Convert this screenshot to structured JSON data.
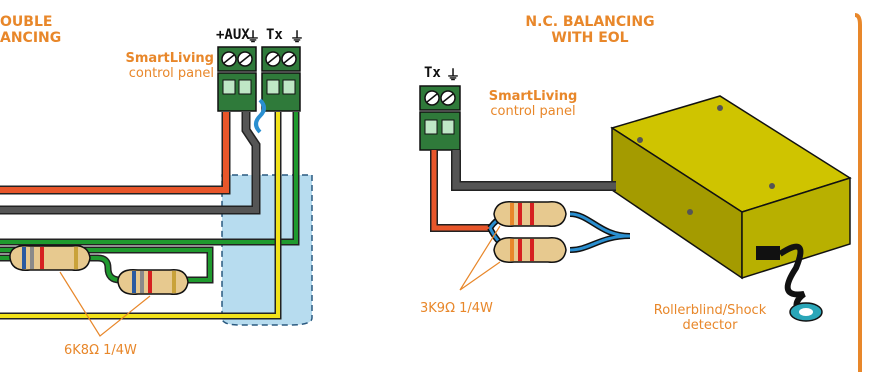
{
  "left_panel": {
    "title_line1": "OUBLE",
    "title_line2": "ANCING",
    "brand": "SmartLiving",
    "panel_label": "control panel",
    "terminal_labels": [
      "+AUX",
      "⏚",
      "Tx",
      "⏚"
    ],
    "resistor_label": "6K8Ω 1/4W"
  },
  "right_panel": {
    "title_line1": "N.C. BALANCING",
    "title_line2": "WITH EOL",
    "brand": "SmartLiving",
    "panel_label": "control panel",
    "terminal_labels": [
      "Tx",
      "⏚"
    ],
    "resistor_label": "3K9Ω 1/4W",
    "detector_label_line1": "Rollerblind/Shock",
    "detector_label_line2": "detector"
  },
  "colors": {
    "accent": "#e8872a",
    "wire_orange": "#e8562a",
    "wire_gray": "#555555",
    "wire_green": "#1f9a2e",
    "wire_yellow": "#f2e21a",
    "wire_blue": "#2a8fd0",
    "terminal_green": "#2f7a3a",
    "detector_yellow": "#b8b000"
  }
}
